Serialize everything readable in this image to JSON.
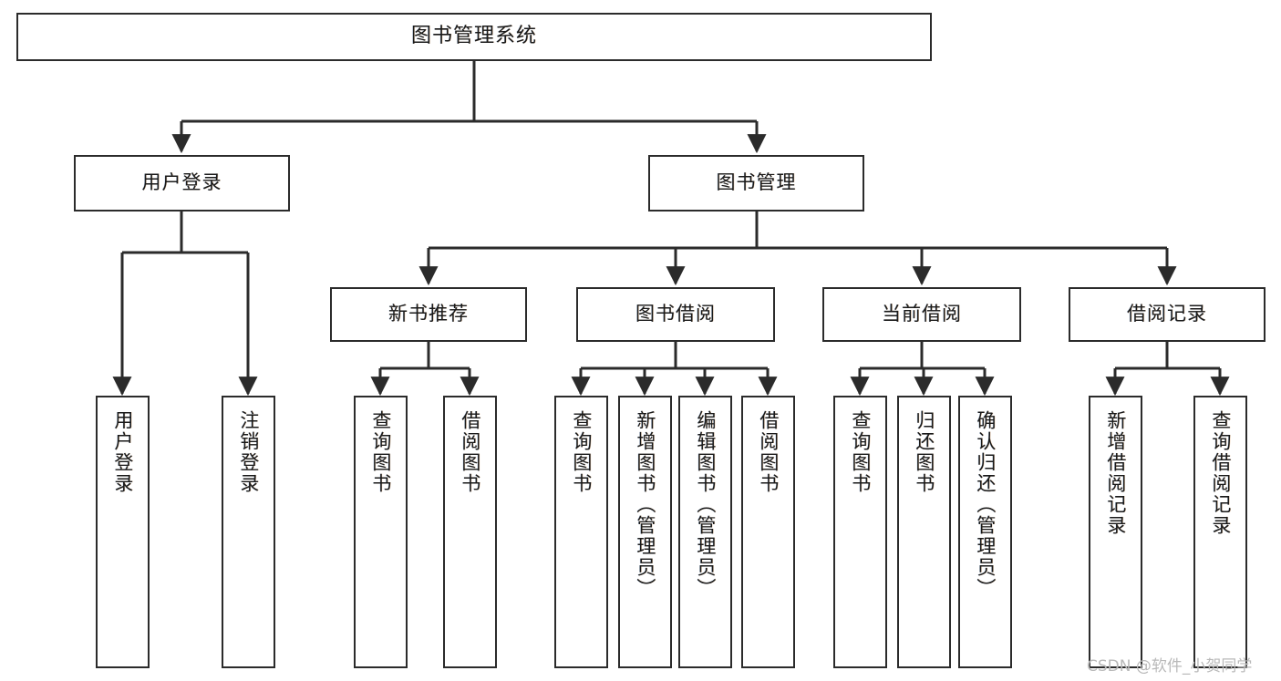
{
  "diagram": {
    "title": "图书管理系统",
    "type": "tree",
    "orientation": "top-down",
    "colors": {
      "node_border": "#2b2b2b",
      "node_fill": "#ffffff",
      "edge": "#2b2b2b",
      "background": "#ffffff",
      "watermark": "#b9b9b9"
    }
  },
  "watermark": {
    "text": "CSDN @软件_小贺同学"
  },
  "nodes": {
    "root": {
      "id": "root",
      "label": "图书管理系统",
      "level": 0
    },
    "level1": [
      {
        "id": "user-login",
        "label": "用户登录",
        "level": 1
      },
      {
        "id": "book-manage",
        "label": "图书管理",
        "level": 1
      }
    ],
    "level2": [
      {
        "id": "new-book-recommend",
        "label": "新书推荐",
        "level": 2,
        "parent": "book-manage"
      },
      {
        "id": "book-borrow",
        "label": "图书借阅",
        "level": 2,
        "parent": "book-manage"
      },
      {
        "id": "current-borrow",
        "label": "当前借阅",
        "level": 2,
        "parent": "book-manage"
      },
      {
        "id": "borrow-record",
        "label": "借阅记录",
        "level": 2,
        "parent": "book-manage"
      }
    ],
    "leaves": [
      {
        "id": "leaf-user-login",
        "label": "用户登录",
        "parent": "user-login"
      },
      {
        "id": "leaf-logout-login",
        "label": "注销登录",
        "parent": "user-login"
      },
      {
        "id": "leaf-query-book-recommend",
        "label": "查询图书",
        "parent": "new-book-recommend"
      },
      {
        "id": "leaf-borrow-book-recommend",
        "label": "借阅图书",
        "parent": "new-book-recommend"
      },
      {
        "id": "leaf-query-book-borrow",
        "label": "查询图书",
        "parent": "book-borrow"
      },
      {
        "id": "leaf-add-book-admin",
        "label": "新增图书（管理员）",
        "parent": "book-borrow"
      },
      {
        "id": "leaf-edit-book-admin",
        "label": "编辑图书（管理员）",
        "parent": "book-borrow"
      },
      {
        "id": "leaf-borrow-book",
        "label": "借阅图书",
        "parent": "book-borrow"
      },
      {
        "id": "leaf-query-book-current",
        "label": "查询图书",
        "parent": "current-borrow"
      },
      {
        "id": "leaf-return-book",
        "label": "归还图书",
        "parent": "current-borrow"
      },
      {
        "id": "leaf-confirm-return-admin",
        "label": "确认归还（管理员）",
        "parent": "current-borrow"
      },
      {
        "id": "leaf-add-borrow-record",
        "label": "新增借阅记录",
        "parent": "borrow-record"
      },
      {
        "id": "leaf-query-borrow-record",
        "label": "查询借阅记录",
        "parent": "borrow-record"
      }
    ]
  }
}
